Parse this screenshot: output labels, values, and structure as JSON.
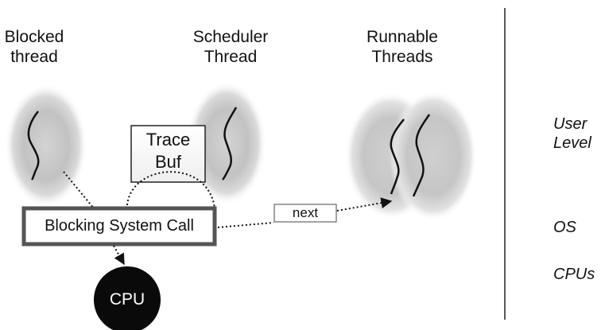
{
  "labels": {
    "blocked_thread": "Blocked\nthread",
    "scheduler_thread": "Scheduler\nThread",
    "runnable_threads": "Runnable\nThreads"
  },
  "boxes": {
    "trace_buf": "Trace\nBuf",
    "blocking_system_call": "Blocking System Call",
    "next": "next",
    "cpu": "CPU"
  },
  "levels": {
    "user_level": "User\nLevel",
    "os": "OS",
    "cpus": "CPUs"
  }
}
